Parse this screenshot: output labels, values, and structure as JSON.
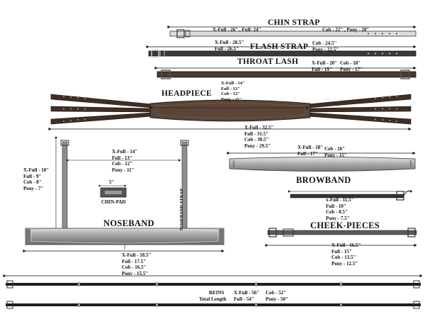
{
  "colors": {
    "leather_dark": "#3f2e24",
    "leather_mid": "#5a4536",
    "grey_strap": "#8d8d8d",
    "grey_light": "#c9c9c9",
    "metal": "#9a9a9a",
    "ink": "#111111"
  },
  "chin_strap": {
    "title": "CHIN STRAP",
    "line1": "X-Full - 26\" , Full: 24\"",
    "line2": "Cob - 22\" , Pony - 20\""
  },
  "flash_strap": {
    "title": "FLASH STRAP",
    "left": [
      "X-Full - 28.5\"",
      "Full - 26.5\""
    ],
    "right": [
      "Cob - 24.5\"",
      "Pony - 22.5\""
    ]
  },
  "throat_lash": {
    "title": "THROAT LASH",
    "left": [
      "X-Full - 20\"",
      "Full - 19\""
    ],
    "right": [
      "Cob - 18\"",
      "Pony - 17\""
    ]
  },
  "headpiece": {
    "title": "HEADPIECE",
    "center": [
      "X-Full - 14\"",
      "Full - 13\"",
      "Cob - 12\"",
      "Pony - 11\""
    ],
    "total": [
      "X-Full - 32.5\"",
      "Full - 31.5\"",
      "Cob - 30.5\"",
      "Pony - 29.5\""
    ]
  },
  "browband": {
    "title": "BROWBAND",
    "left": [
      "X-Full - 18\"",
      "Full - 17\""
    ],
    "right": [
      "Cob - 16\"",
      "Pony - 15\""
    ]
  },
  "noseband": {
    "title": "NOSEBAND",
    "height": [
      "X-Full - 10\"",
      "Full - 9\"",
      "Cob - 8\"",
      "Pony - 7\""
    ],
    "width": [
      "X-Full - 14\"",
      "Full - 13\"",
      "Cob - 12\"",
      "Pony - 11\""
    ],
    "chin_pad_value": "5\"",
    "chin_pad_label": "CHIN-PAD",
    "strap_label": "NOSEBAND STRAP",
    "bottom": [
      "X-Full - 18.5\"",
      "Full - 17.5\"",
      "Cob - 16.5\"",
      "Pony - 15.5\""
    ]
  },
  "cheek_pieces": {
    "title": "CHEEK-PIECES",
    "top": [
      "x-Full - 11.5\"",
      "Full - 10\"",
      "Cob - 8.5\"",
      "Pony - 7.5\""
    ],
    "bottom": [
      "X-Full - 16.5\"",
      "Full - 15\"",
      "Cob - 13.5\"",
      "Pony - 12.5\""
    ]
  },
  "reins": {
    "title": "REINS",
    "subtitle": "Total Length",
    "left": [
      "X-Full - 56\"",
      "Full - 54\""
    ],
    "right": [
      "Cob - 52\"",
      "Pony - 50\""
    ]
  }
}
